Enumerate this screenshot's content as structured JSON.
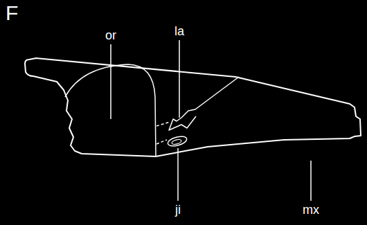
{
  "diagram": {
    "labels": [
      "F",
      "or",
      "la",
      "ji",
      "mx"
    ]
  }
}
